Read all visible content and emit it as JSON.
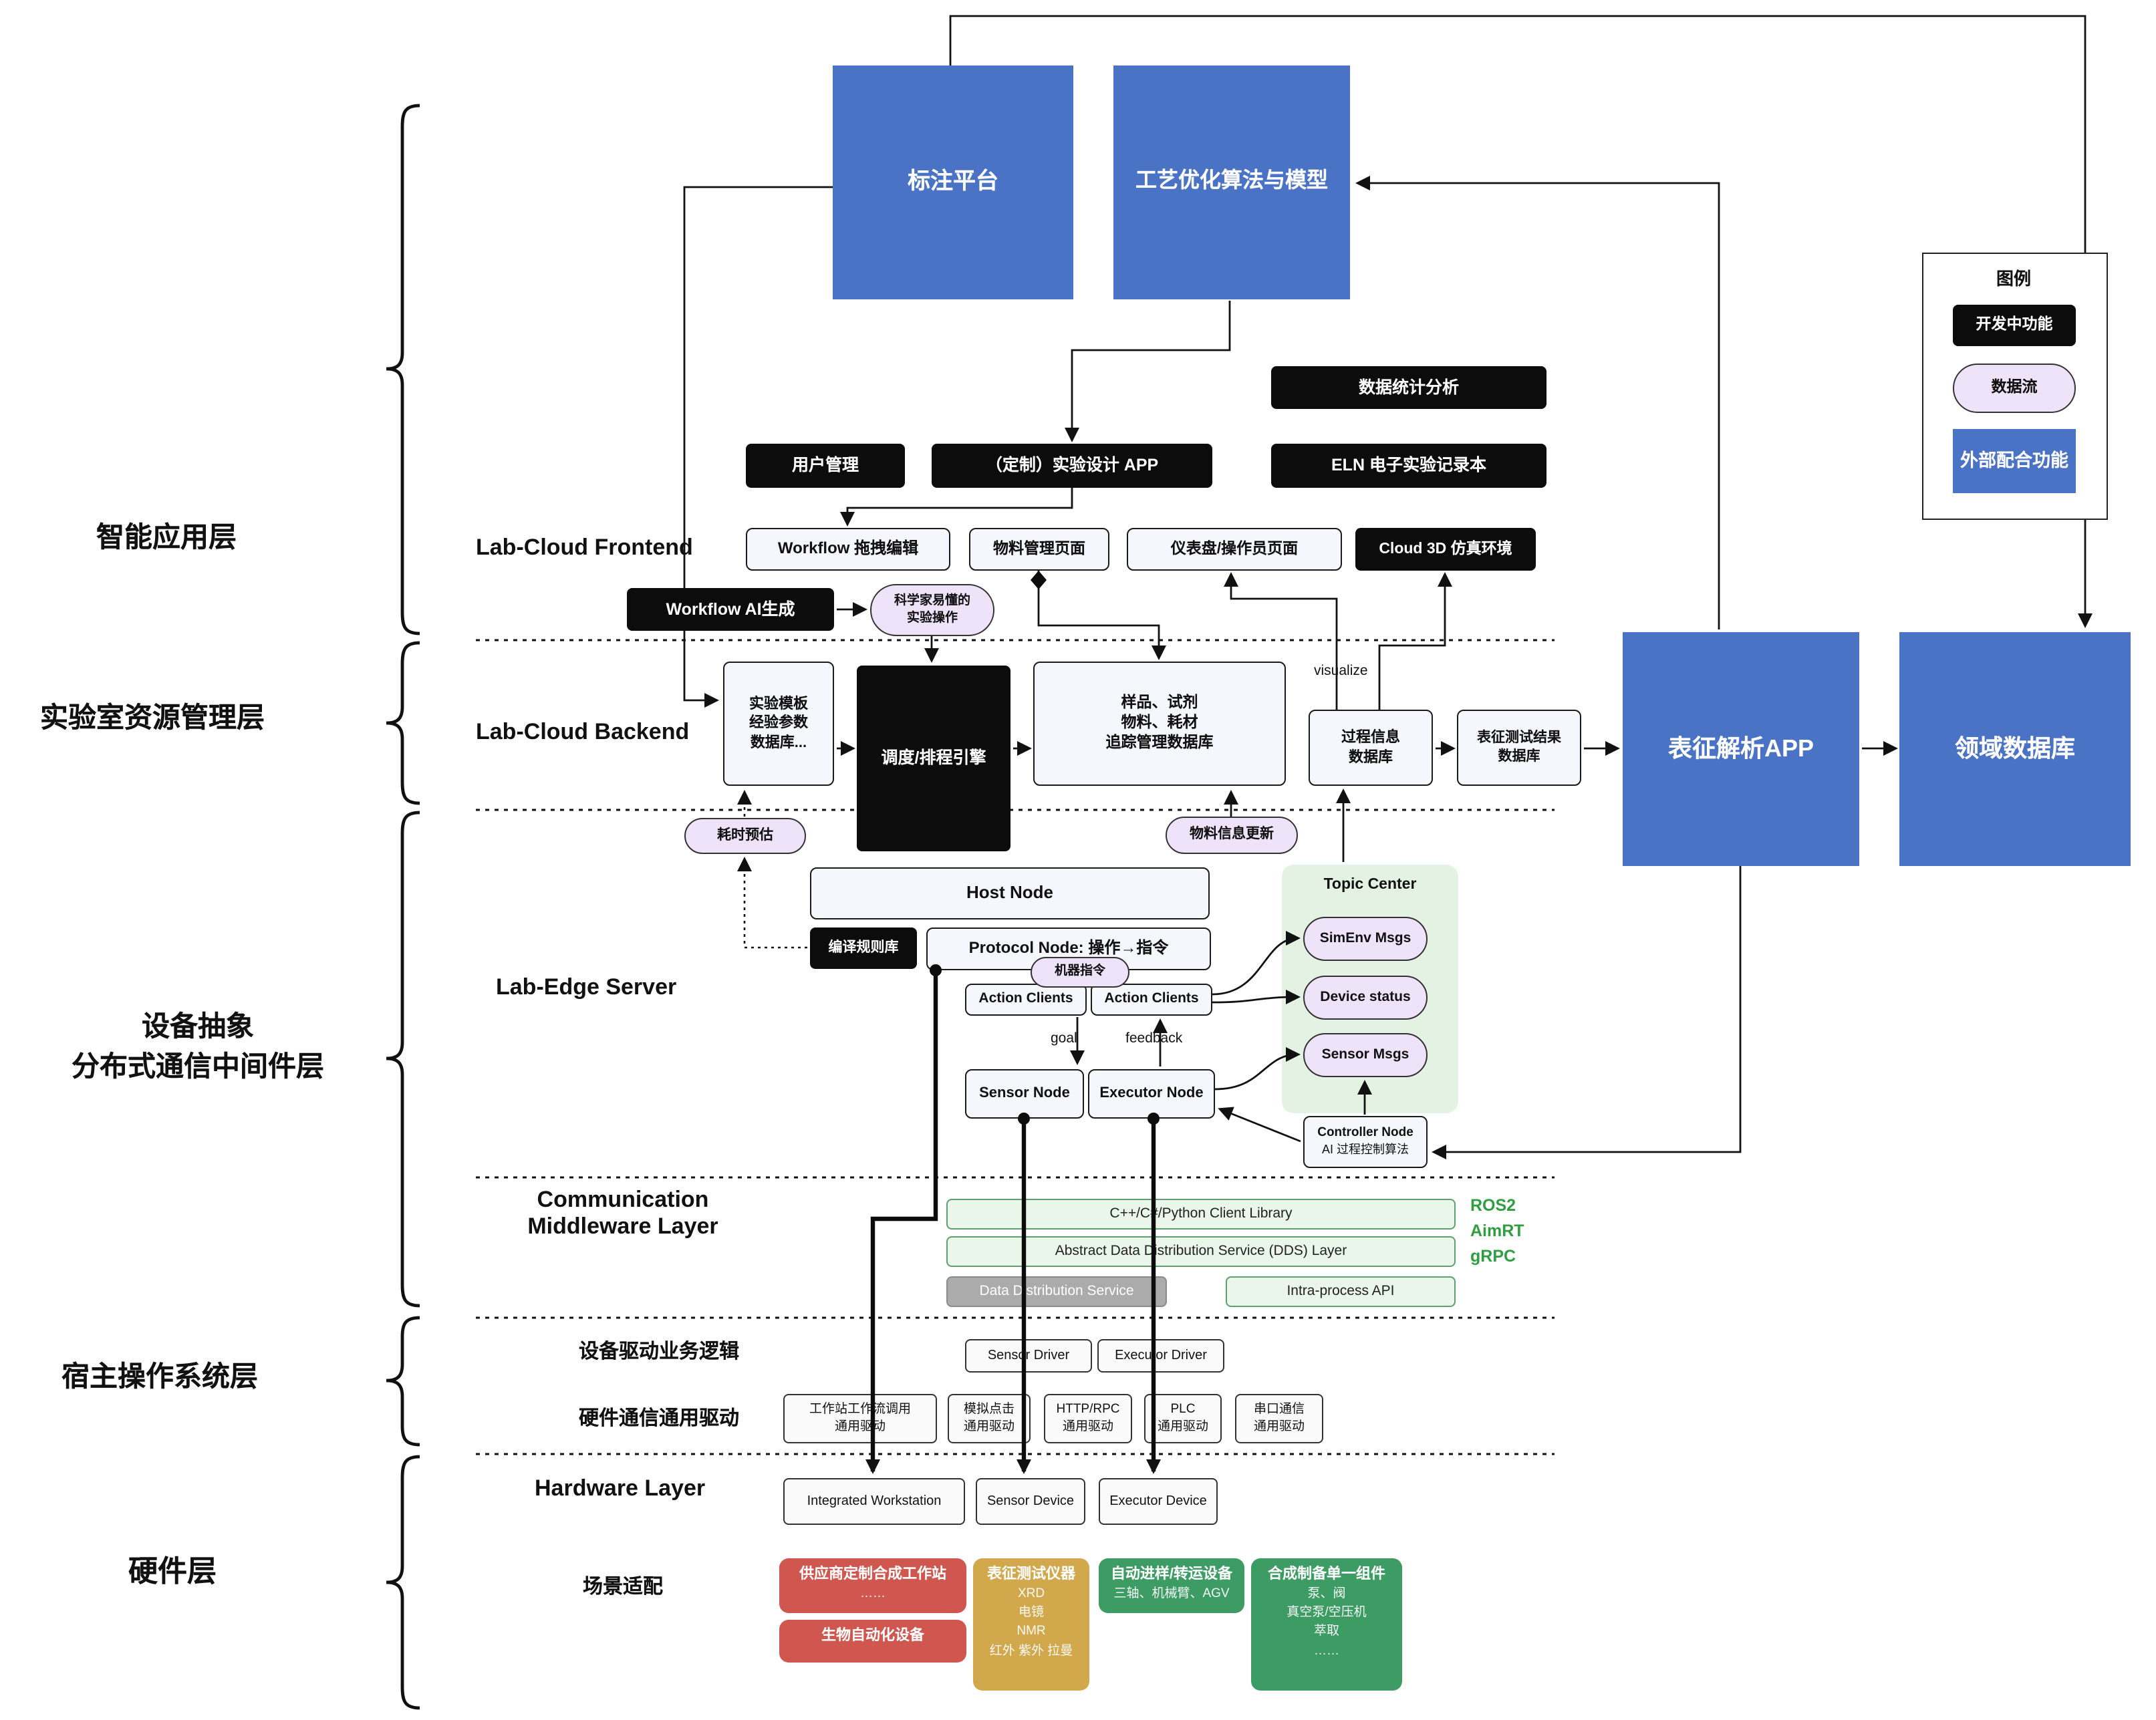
{
  "top": {
    "annotation_platform": "标注平台",
    "process_optimization": "工艺优化算法与模型"
  },
  "legend": {
    "title": "图例",
    "developing": "开发中功能",
    "dataflow": "数据流",
    "external": "外部配合功能"
  },
  "app_layer": {
    "stats": "数据统计分析",
    "user_mgmt": "用户管理",
    "custom_app": "（定制）实验设计 APP",
    "eln": "ELN 电子实验记录本",
    "frontend_label": "Lab-Cloud Frontend",
    "workflow_edit": "Workflow 拖拽编辑",
    "material_page": "物料管理页面",
    "dashboard_page": "仪表盘/操作员页面",
    "cloud_3d": "Cloud 3D 仿真环境",
    "workflow_ai": "Workflow AI生成",
    "sci_pill": "科学家易懂的\n实验操作"
  },
  "backend": {
    "label": "Lab-Cloud Backend",
    "template_db": "实验模板\n经验参数\n数据库...",
    "scheduler": "调度/排程引擎",
    "sample_db": "样品、试剂\n物料、耗材\n追踪管理数据库",
    "process_db": "过程信息\n数据库",
    "char_db": "表征测试结果\n数据库",
    "visualize": "visualize",
    "char_app": "表征解析APP",
    "domain_db": "领域数据库",
    "time_pill": "耗时预估",
    "material_pill": "物料信息更新"
  },
  "edge": {
    "label": "Lab-Edge Server",
    "host_node": "Host Node",
    "compile_lib": "编译规则库",
    "protocol_node": "Protocol Node: 操作→指令",
    "machine_pill": "机器指令",
    "action_clients_1": "Action Clients",
    "action_clients_2": "Action Clients",
    "goal": "goal",
    "feedback": "feedback",
    "sensor_node": "Sensor Node",
    "executor_node": "Executor Node",
    "topic_center": "Topic Center",
    "simenv_msgs": "SimEnv Msgs",
    "device_status": "Device status",
    "sensor_msgs": "Sensor Msgs",
    "controller_title": "Controller Node",
    "controller_sub": "AI 过程控制算法"
  },
  "middleware": {
    "label": "Communication\nMiddleware Layer",
    "client_lib": "C++/C#/Python Client Library",
    "dds_abstract": "Abstract Data Distribution Service (DDS) Layer",
    "dds": "Data Distribution Service",
    "intra": "Intra-process API",
    "stack": "ROS2\nAimRT\ngRPC"
  },
  "host_os": {
    "driver_logic_label": "设备驱动业务逻辑",
    "sensor_driver": "Sensor Driver",
    "executor_driver": "Executor Driver",
    "hw_driver_label": "硬件通信通用驱动",
    "drivers": [
      "工作站工作流调用\n通用驱动",
      "模拟点击\n通用驱动",
      "HTTP/RPC\n通用驱动",
      "PLC\n通用驱动",
      "串口通信\n通用驱动"
    ]
  },
  "hardware": {
    "label": "Hardware Layer",
    "devices": [
      "Integrated Workstation",
      "Sensor Device",
      "Executor Device"
    ],
    "scene_label": "场景适配",
    "vendor_ws_title": "供应商定制合成工作站",
    "vendor_ws_sub": "……",
    "bio": "生物自动化设备",
    "char_inst_title": "表征测试仪器",
    "char_inst_sub": "XRD\n电镜\nNMR\n红外 紫外 拉曼",
    "sampling_title": "自动进样/转运设备",
    "sampling_sub": "三轴、机械臂、AGV",
    "synthesis_title": "合成制备单一组件",
    "synthesis_sub": "泵、阀\n真空泵/空压机\n萃取\n……"
  },
  "layer_labels": {
    "app": "智能应用层",
    "resource": "实验室资源管理层",
    "middleware": "设备抽象\n分布式通信中间件层",
    "host": "宿主操作系统层",
    "hardware": "硬件层"
  },
  "colors": {
    "blue": "#4a73c5",
    "black": "#0c0c0c",
    "pill_bg": "#efe3f9",
    "green_panel": "#e3f2e3",
    "red": "#d0574f",
    "gold": "#d2a84c",
    "green": "#3d9c63",
    "stack_green": "#2f9e41"
  }
}
